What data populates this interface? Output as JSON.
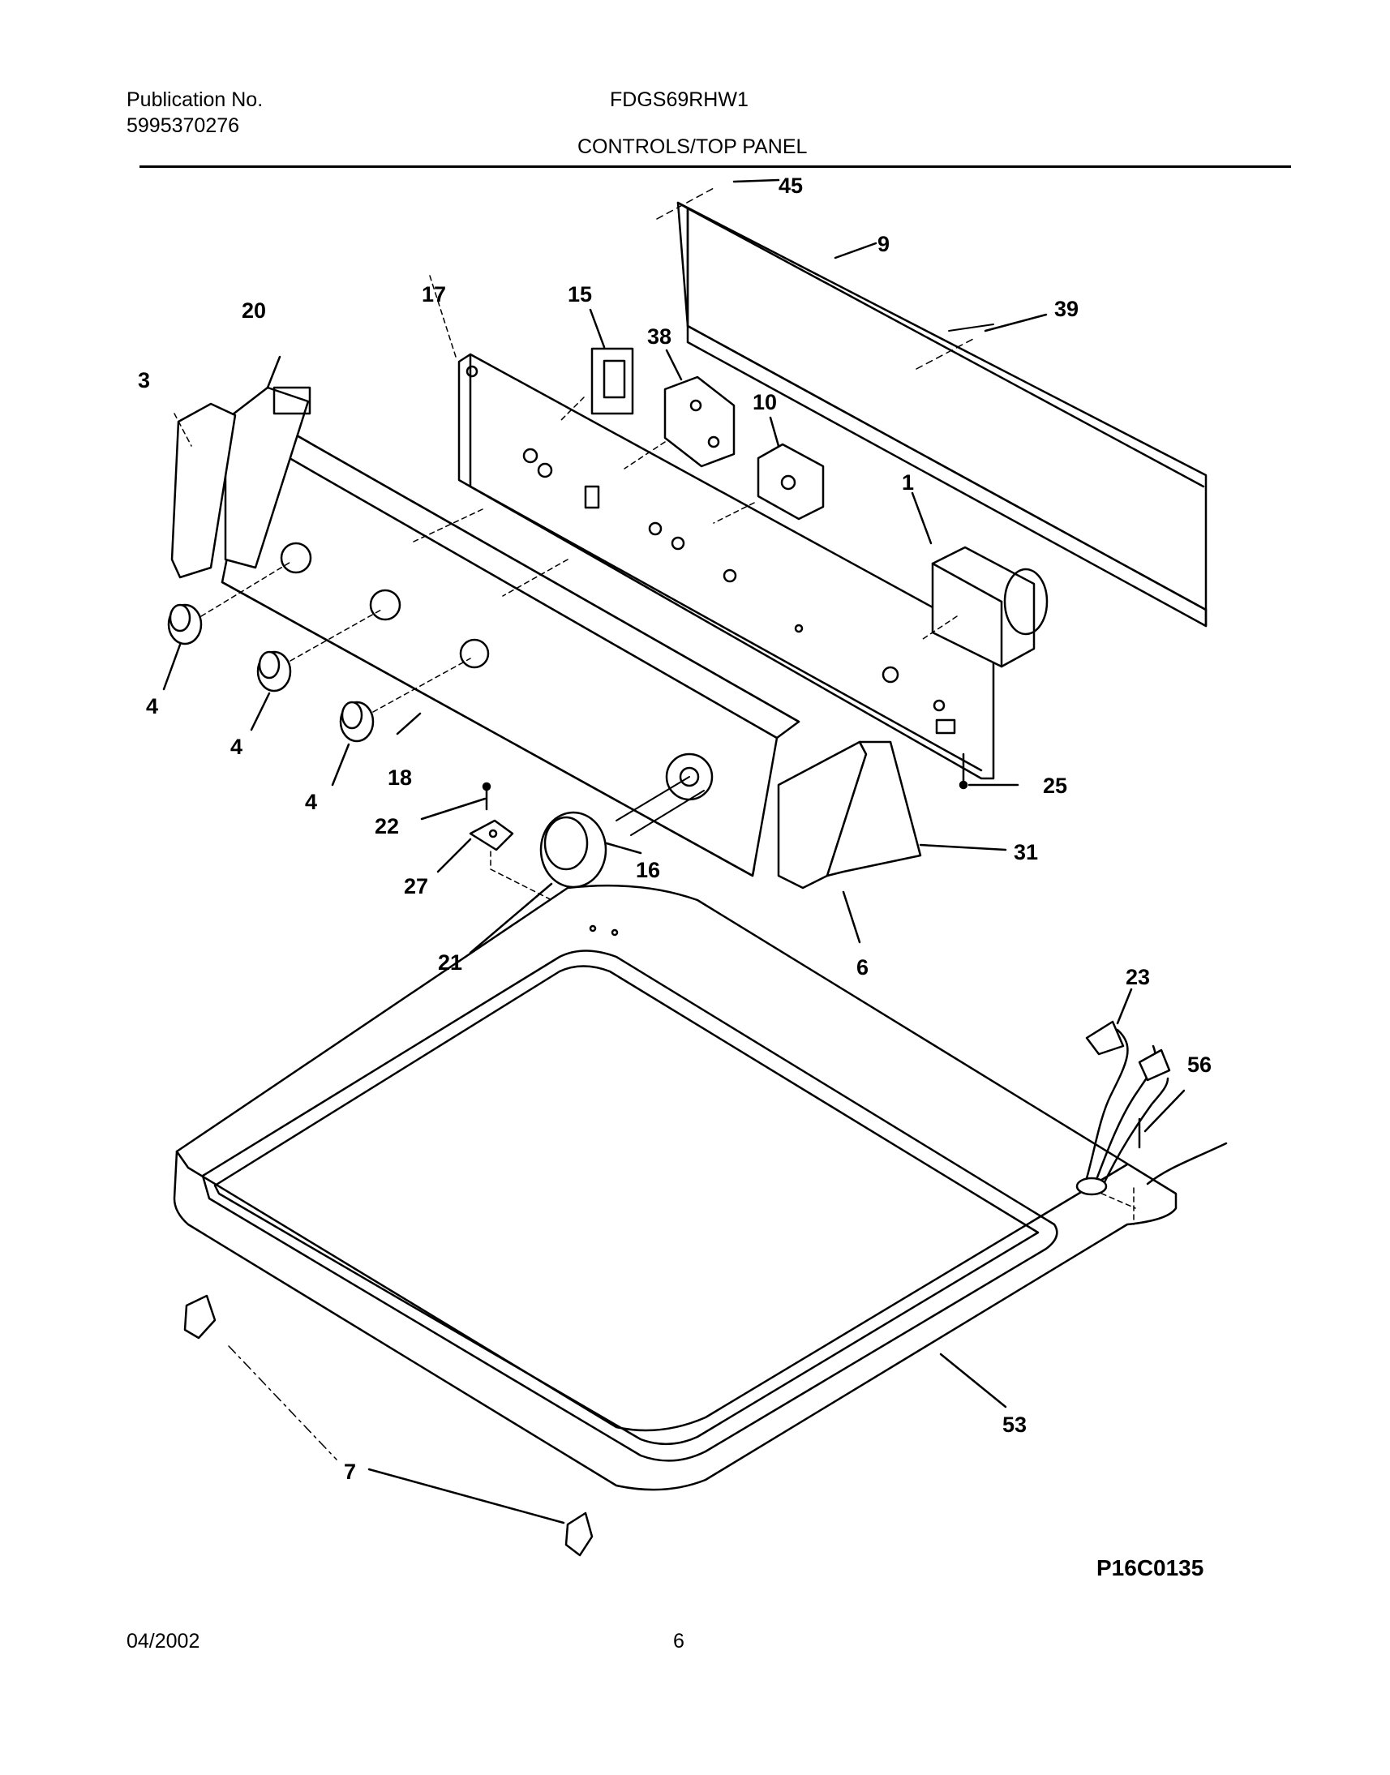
{
  "header": {
    "publication_label": "Publication No.",
    "publication_number": "5995370276",
    "model": "FDGS69RHW1",
    "section_title": "CONTROLS/TOP PANEL"
  },
  "diagram": {
    "callouts": [
      "45",
      "9",
      "39",
      "17",
      "15",
      "38",
      "20",
      "3",
      "10",
      "1",
      "4",
      "4",
      "4",
      "18",
      "25",
      "22",
      "27",
      "16",
      "31",
      "21",
      "6",
      "23",
      "56",
      "53",
      "7"
    ],
    "code": "P16C0135"
  },
  "footer": {
    "date": "04/2002",
    "page": "6"
  }
}
